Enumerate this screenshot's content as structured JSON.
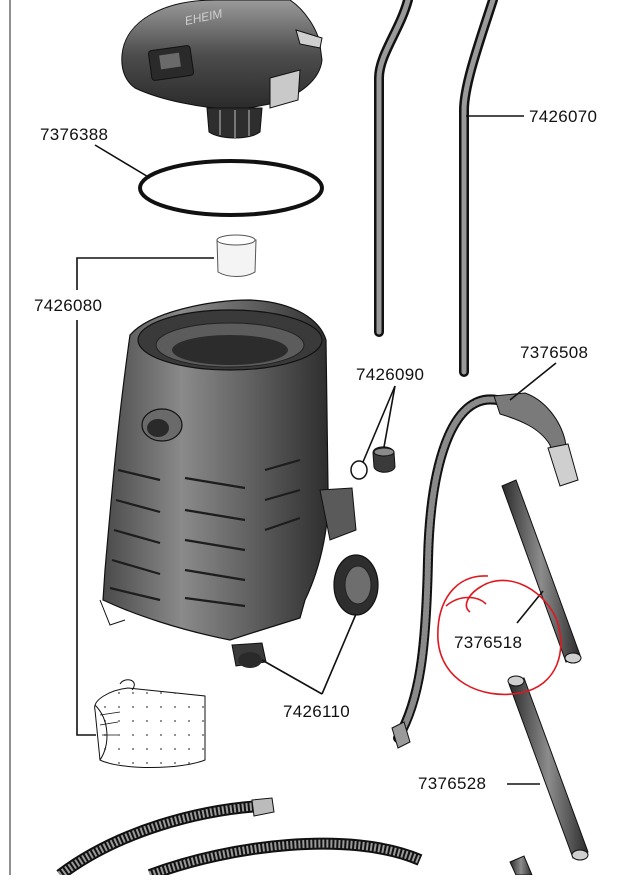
{
  "parts": {
    "lid_seal": "7376388",
    "handle": "7426070",
    "filter_insert": "7426080",
    "connector_set": "7426090",
    "hose_handle": "7376508",
    "suction_tube_a": "7376518",
    "castors": "7426110",
    "suction_tube_b": "7376528"
  },
  "colors": {
    "line": "#111111",
    "part_dark": "#3a3a3a",
    "part_mid": "#6b6b6b",
    "part_light": "#b9b9b9",
    "annotation_circle": "#e0171f"
  },
  "brand_mark": "EHEIM"
}
